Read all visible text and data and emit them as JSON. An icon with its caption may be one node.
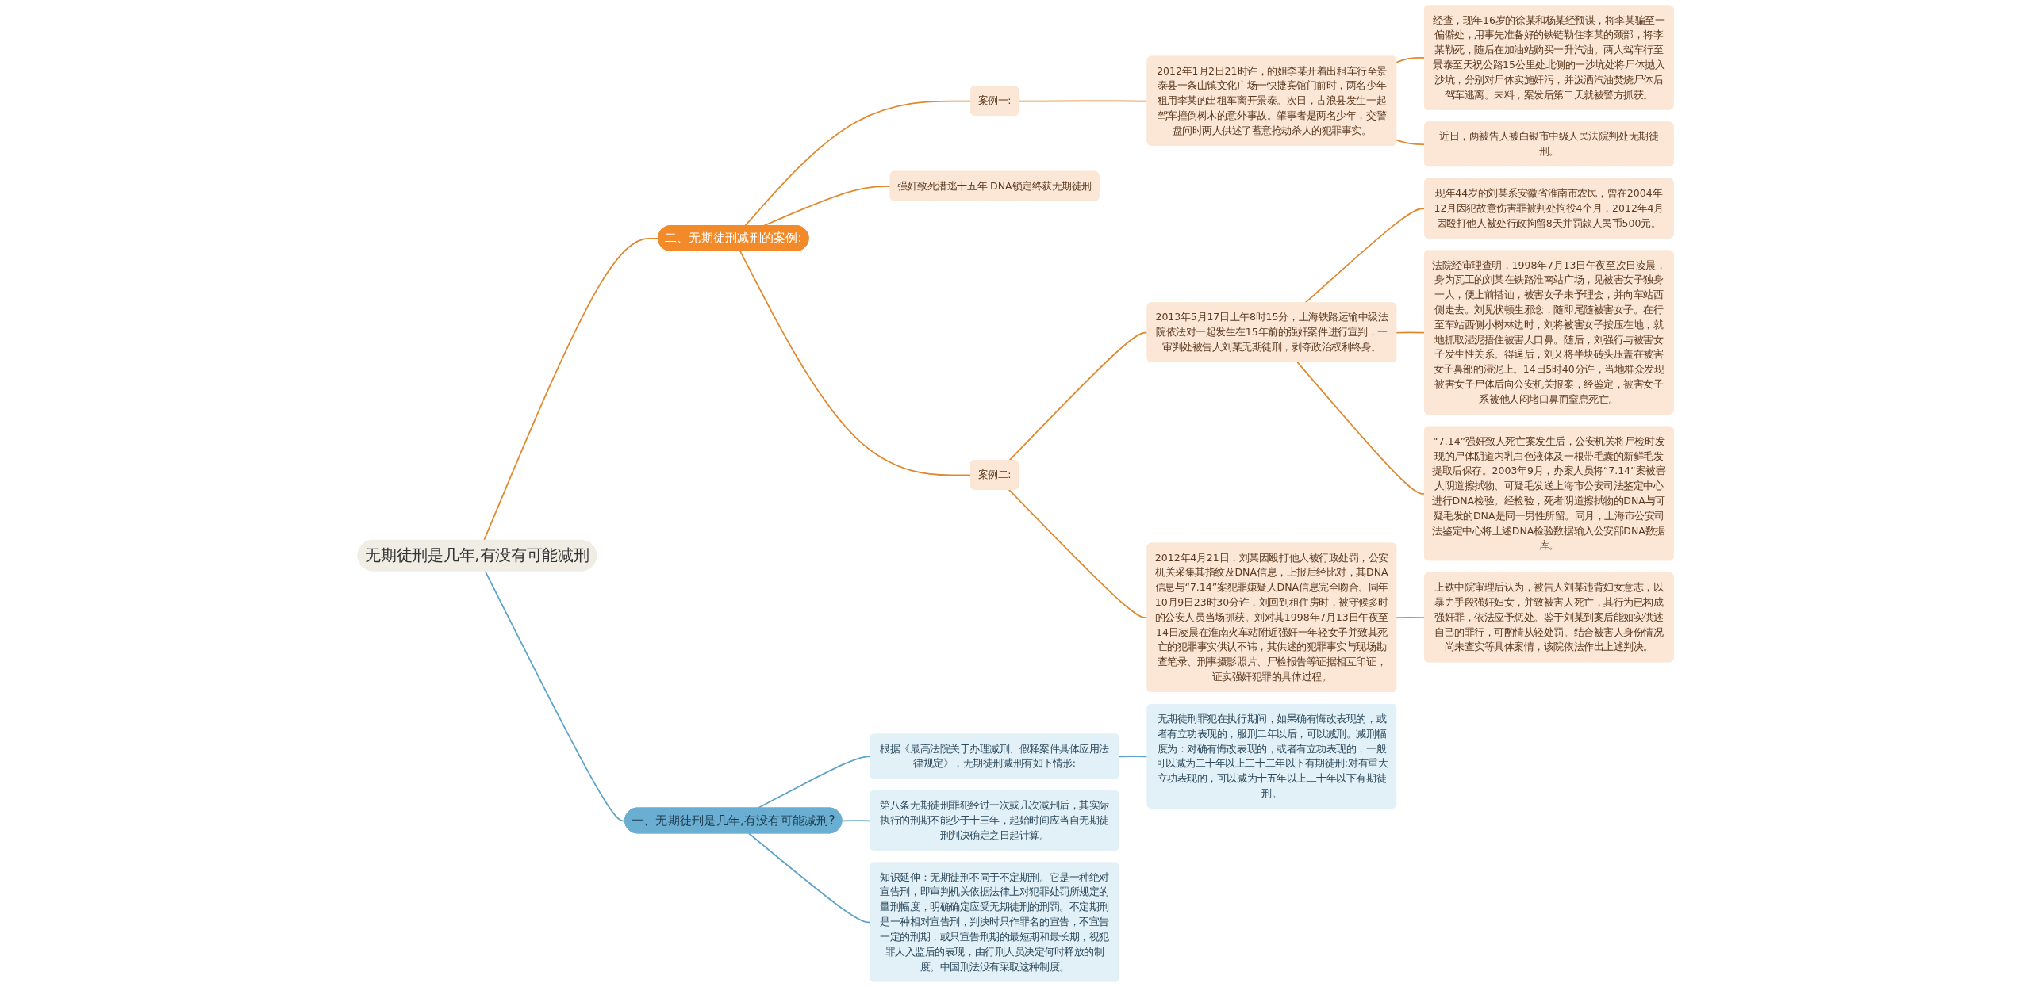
{
  "diagram": {
    "nodes": [
      {
        "text": [
          "无期徒刑是几年,有没有可能减刑"
        ]
      },
      {
        "text": [
          "二、无期徒刑减刑的案例:"
        ]
      },
      {
        "text": [
          "案例一:"
        ]
      },
      {
        "text": [
          "2012年1月2日21时许，的姐李某开着出租车行至景泰县一条山镇文化广场一快捷宾馆门前时，两名少年租用李某的出租车离开景泰。次日，古浪县发生一起驾车撞倒树木的意外事故。肇事者是两名少年，交警盘问时两人供述了蓄意抢劫杀人的犯罪事实。"
        ]
      },
      {
        "text": [
          "经查，现年16岁的徐某和杨某经预谋，将李某骗至一偏僻处，用事先准备好的铁链勒住李某的颈部，将李某勒死，随后在加油站购买一升汽油。两人驾车行至景泰至天祝公路15公里处北侧的一沙坑处将尸体抛入沙坑，分别对尸体实施奸污，并泼洒汽油焚烧尸体后驾车逃离。未料，案发后第二天就被警方抓获。"
        ]
      },
      {
        "text": [
          "近日，两被告人被白银市中级人民法院判处无期徒刑。"
        ]
      },
      {
        "text": [
          "强奸致死潜逃十五年 DNA锁定终获无期徒刑"
        ]
      },
      {
        "text": [
          "案例二:"
        ]
      },
      {
        "text": [
          "2013年5月17日上午8时15分，上海铁路运输中级法院依法对一起发生在15年前的强奸案件进行宣判，一审判处被告人刘某无期徒刑，剥夺政治权利终身。"
        ]
      },
      {
        "text": [
          "现年44岁的刘某系安徽省淮南市农民，曾在2004年12月因犯故意伤害罪被判处拘役4个月，2012年4月因殴打他人被处行政拘留8天并罚款人民币500元。"
        ]
      },
      {
        "text": [
          "法院经审理查明，1998年7月13日午夜至次日凌晨，身为瓦工的刘某在铁路淮南站广场，见被害女子独身一人，便上前搭讪，被害女子未予理会，并向车站西侧走去。刘见状顿生邪念，随即尾随被害女子。在行至车站西侧小树林边时，刘将被害女子按压在地，就地抓取湿泥捂住被害人口鼻。随后，刘强行与被害女子发生性关系。得逞后，刘又将半块砖头压盖在被害女子鼻部的湿泥上。14日5时40分许，当地群众发现被害女子尸体后向公安机关报案，经鉴定，被害女子系被他人闷堵口鼻而窒息死亡。"
        ]
      },
      {
        "text": [
          "“7.14”强奸致人死亡案发生后，公安机关将尸检时发现的尸体阴道内乳白色液体及一根带毛囊的新鲜毛发提取后保存。2003年9月，办案人员将“7.14”案被害人阴道擦拭物、可疑毛发送上海市公安司法鉴定中心进行DNA检验。经检验，死者阴道擦拭物的DNA与可疑毛发的DNA是同一男性所留。同月，上海市公安司法鉴定中心将上述DNA检验数据输入公安部DNA数据库。"
        ]
      },
      {
        "text": [
          "2012年4月21日，刘某因殴打他人被行政处罚，公安机关采集其指纹及DNA信息，上报后经比对，其DNA信息与“7.14”案犯罪嫌疑人DNA信息完全吻合。同年10月9日23时30分许，刘回到租住房时，被守候多时的公安人员当场抓获。刘对其1998年7月13日午夜至14日凌晨在淮南火车站附近强奸一年轻女子并致其死亡的犯罪事实供认不讳，其供述的犯罪事实与现场勘查笔录、刑事摄影照片、尸检报告等证据相互印证，证实强奸犯罪的具体过程。"
        ]
      },
      {
        "text": [
          "上铁中院审理后认为，被告人刘某违背妇女意志，以暴力手段强奸妇女，并致被害人死亡，其行为已构成强奸罪，依法应予惩处。鉴于刘某到案后能如实供述自己的罪行，可酌情从轻处罚。结合被害人身份情况尚未查实等具体案情，该院依法作出上述判决。"
        ]
      },
      {
        "text": [
          "一、无期徒刑是几年,有没有可能减刑?"
        ]
      },
      {
        "text": [
          "根据《最高法院关于办理减刑、假释案件具体应用法律规定》，无期徒刑减刑有如下情形:"
        ]
      },
      {
        "text": [
          "无期徒刑罪犯在执行期间，如果确有悔改表现的，或者有立功表现的，服刑二年以后，可以减刑。减刑幅度为：对确有悔改表现的，或者有立功表现的，一般可以减为二十年以上二十二年以下有期徒刑;对有重大立功表现的，可以减为十五年以上二十年以下有期徒刑。"
        ]
      },
      {
        "text": [
          "第八条无期徒刑罪犯经过一次或几次减刑后，其实际执行的刑期不能少于十三年，起始时间应当自无期徒刑判决确定之日起计算。"
        ]
      },
      {
        "text": [
          "知识延伸：无期徒刑不同于不定期刑。它是一种绝对宣告刑，即审判机关依据法律上对犯罪处罚所规定的量刑幅度，明确确定应受无期徒刑的刑罚。不定期刑是一种相对宣告刑，判决时只作罪名的宣告，不宣告一定的刑期，或只宣告刑期的最短期和最长期，视犯罪人入监后的表现，由行刑人员决定何时释放的制度。中国刑法没有采取这种制度。"
        ]
      }
    ],
    "edges": [
      {
        "from": 0,
        "to": 1,
        "arrow": "none"
      },
      {
        "from": 1,
        "to": 2,
        "arrow": "none"
      },
      {
        "from": 2,
        "to": 3,
        "arrow": "none"
      },
      {
        "from": 3,
        "to": 4,
        "arrow": "none"
      },
      {
        "from": 3,
        "to": 5,
        "arrow": "none"
      },
      {
        "from": 1,
        "to": 6,
        "arrow": "none"
      },
      {
        "from": 1,
        "to": 7,
        "arrow": "none"
      },
      {
        "from": 7,
        "to": 8,
        "arrow": "none"
      },
      {
        "from": 8,
        "to": 9,
        "arrow": "none"
      },
      {
        "from": 8,
        "to": 10,
        "arrow": "none"
      },
      {
        "from": 8,
        "to": 11,
        "arrow": "none"
      },
      {
        "from": 7,
        "to": 12,
        "arrow": "none"
      },
      {
        "from": 12,
        "to": 13,
        "arrow": "none"
      },
      {
        "from": 0,
        "to": 14,
        "arrow": "none",
        "color": "#5fa3c7"
      },
      {
        "from": 14,
        "to": 15,
        "arrow": "none",
        "color": "#5fa3c7"
      },
      {
        "from": 15,
        "to": 16,
        "arrow": "none",
        "color": "#5fa3c7"
      },
      {
        "from": 14,
        "to": 17,
        "arrow": "none",
        "color": "#5fa3c7"
      },
      {
        "from": 14,
        "to": 18,
        "arrow": "none",
        "color": "#5fa3c7"
      }
    ]
  }
}
